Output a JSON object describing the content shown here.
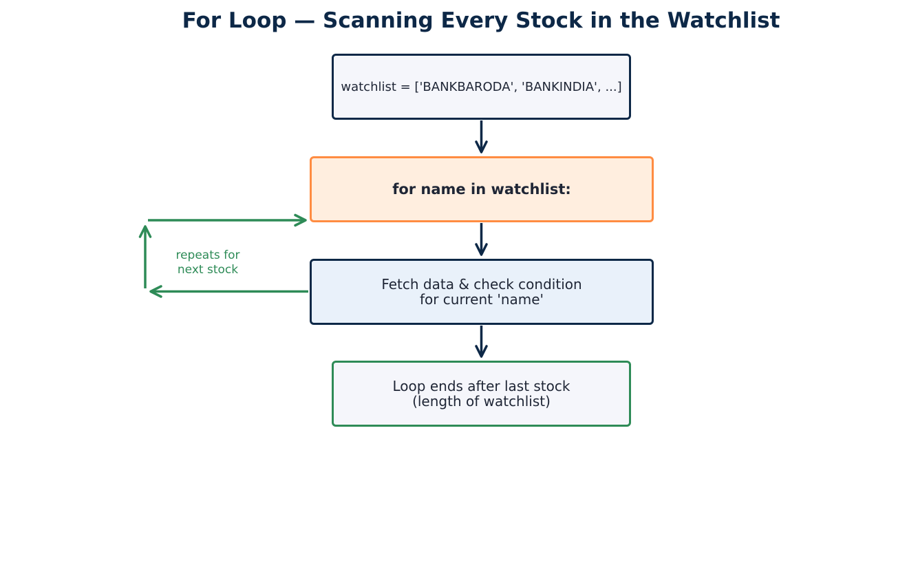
{
  "title": "For Loop — Scanning Every Stock in the Watchlist",
  "colors": {
    "dark_navy": "#0d2847",
    "orange": "#ff8c42",
    "green": "#2e8b57",
    "box_light": "#f5f6fb",
    "box_orange_fill": "#ffeedf",
    "box_blue_fill": "#e9f1fa",
    "text": "#1e2535"
  },
  "nodes": {
    "watchlist": {
      "text": "watchlist = ['BANKBARODA', 'BANKINDIA', ...]"
    },
    "for_loop": {
      "text": "for name in watchlist:"
    },
    "fetch": {
      "line1": "Fetch data & check condition",
      "line2": "for current 'name'"
    },
    "loop_end": {
      "line1": "Loop ends after last stock",
      "line2": "(length of watchlist)"
    }
  },
  "loop": {
    "label_line1": "repeats for",
    "label_line2": "next stock"
  },
  "edges": [
    {
      "from": "watchlist",
      "to": "for_loop"
    },
    {
      "from": "for_loop",
      "to": "fetch"
    },
    {
      "from": "fetch",
      "to": "loop_end"
    },
    {
      "from": "fetch",
      "to": "for_loop",
      "kind": "loop-back"
    }
  ]
}
